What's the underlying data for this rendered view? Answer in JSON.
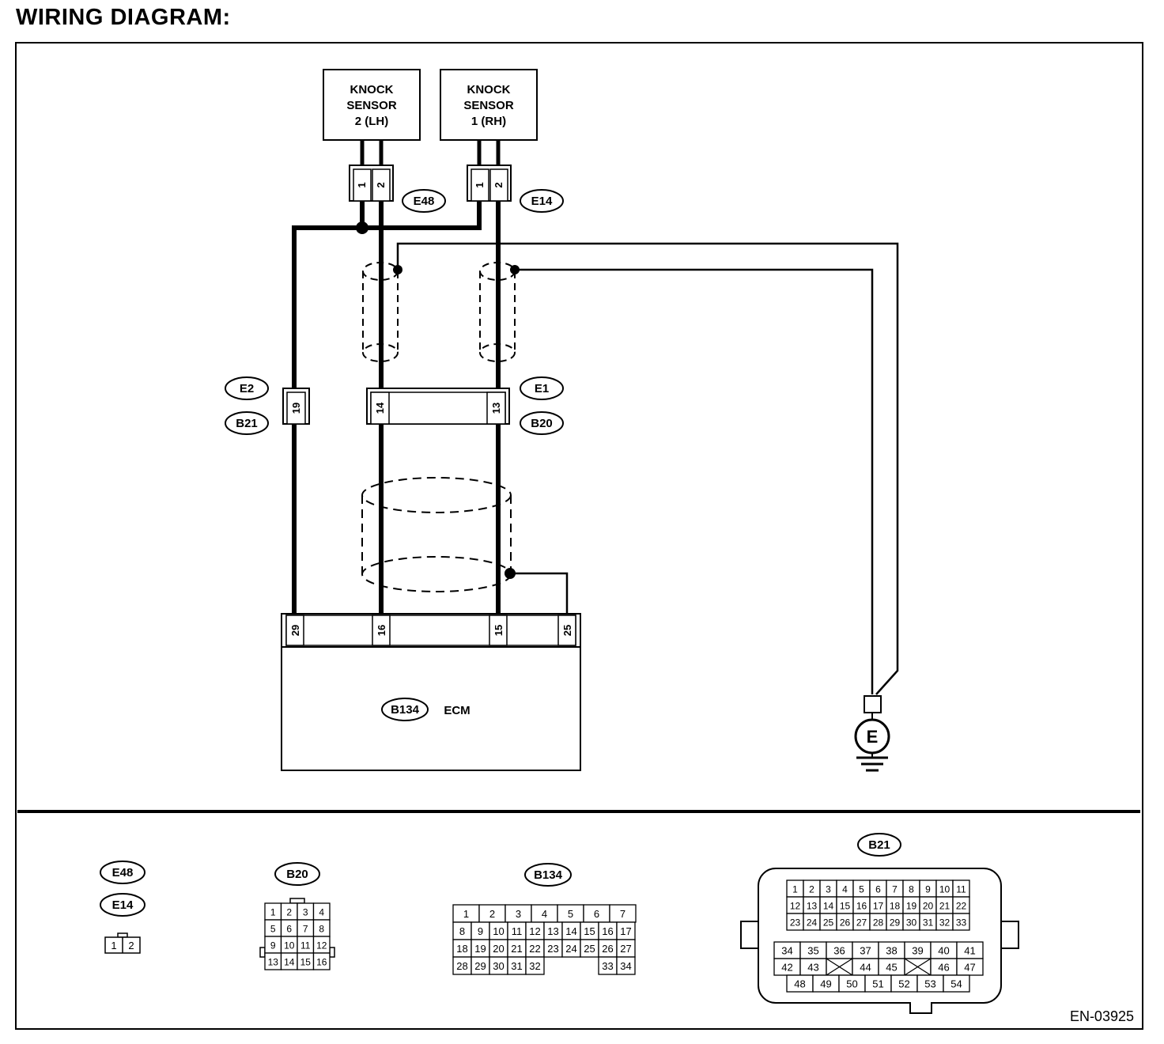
{
  "title": "WIRING DIAGRAM:",
  "components": {
    "knock_sensor_2": {
      "line1": "KNOCK",
      "line2": "SENSOR",
      "line3": "2 (LH)"
    },
    "knock_sensor_1": {
      "line1": "KNOCK",
      "line2": "SENSOR",
      "line3": "1 (RH)"
    },
    "ecm": {
      "id": "B134",
      "label": "ECM"
    },
    "ground": {
      "label": "E"
    }
  },
  "connectors": {
    "e48": {
      "id": "E48",
      "pins": [
        "1",
        "2"
      ]
    },
    "e14": {
      "id": "E14",
      "pins": [
        "1",
        "2"
      ]
    },
    "e2_b21": {
      "top_id": "E2",
      "bottom_id": "B21",
      "pin": "19"
    },
    "e1_b20": {
      "top_id": "E1",
      "bottom_id": "B20",
      "pins": [
        "14",
        "13"
      ]
    },
    "ecm_pins": [
      "29",
      "16",
      "15",
      "25"
    ]
  },
  "connector_views": {
    "e48_e14": {
      "ids": [
        "E48",
        "E14"
      ],
      "pins": [
        "1",
        "2"
      ]
    },
    "b20": {
      "id": "B20",
      "rows": [
        [
          "1",
          "2",
          "3",
          "4"
        ],
        [
          "5",
          "6",
          "7",
          "8"
        ],
        [
          "9",
          "10",
          "11",
          "12"
        ],
        [
          "13",
          "14",
          "15",
          "16"
        ]
      ]
    },
    "b134": {
      "id": "B134",
      "top": [
        "1",
        "2",
        "3",
        "4",
        "5",
        "6",
        "7"
      ],
      "rows": [
        [
          "8",
          "9",
          "10",
          "11",
          "12",
          "13",
          "14",
          "15",
          "16",
          "17"
        ],
        [
          "18",
          "19",
          "20",
          "21",
          "22",
          "23",
          "24",
          "25",
          "26",
          "27"
        ],
        [
          "28",
          "29",
          "30",
          "31",
          "32",
          "",
          "",
          "",
          "33",
          "34"
        ]
      ]
    },
    "b21": {
      "id": "B21",
      "top_rows": [
        [
          "1",
          "2",
          "3",
          "4",
          "5",
          "6",
          "7",
          "8",
          "9",
          "10",
          "11"
        ],
        [
          "12",
          "13",
          "14",
          "15",
          "16",
          "17",
          "18",
          "19",
          "20",
          "21",
          "22"
        ],
        [
          "23",
          "24",
          "25",
          "26",
          "27",
          "28",
          "29",
          "30",
          "31",
          "32",
          "33"
        ]
      ],
      "bottom_rows": [
        [
          "34",
          "35",
          "36",
          "37",
          "38",
          "39",
          "40",
          "41"
        ],
        [
          "42",
          "43",
          "X",
          "44",
          "45",
          "X",
          "46",
          "47"
        ],
        [
          "48",
          "49",
          "50",
          "51",
          "52",
          "53",
          "54"
        ]
      ]
    }
  },
  "figure_id": "EN-03925"
}
